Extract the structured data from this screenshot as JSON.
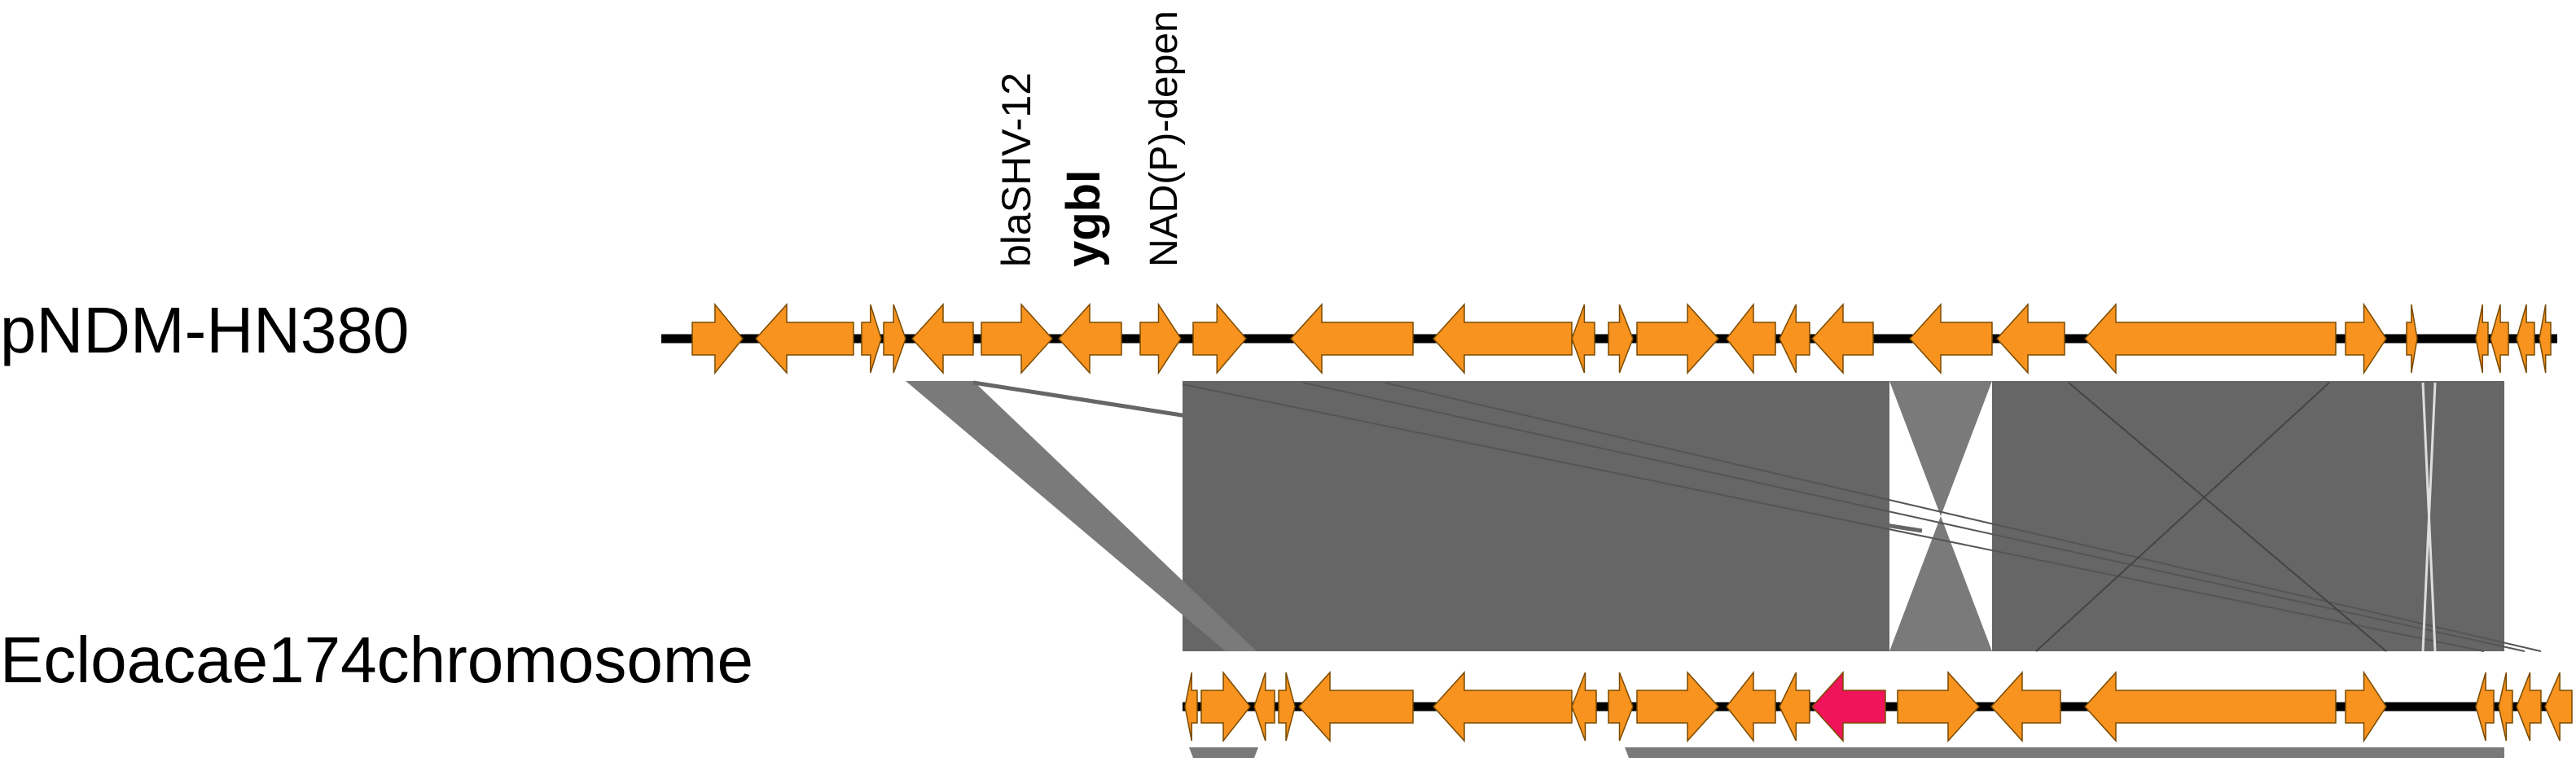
{
  "tracks": [
    {
      "name": "pNDM-HN380"
    },
    {
      "name": "Ecloacae174chromosome"
    }
  ],
  "gene_labels": [
    {
      "text": "blaSHV-12"
    },
    {
      "text": "ygbI"
    },
    {
      "text": "NAD(P)-depen"
    }
  ],
  "colors": {
    "gene": "#f7931e",
    "highlight_gene": "#f0145a",
    "similarity_dark": "#666666",
    "similarity_light": "#7a7a7a",
    "backbone": "#000000"
  }
}
